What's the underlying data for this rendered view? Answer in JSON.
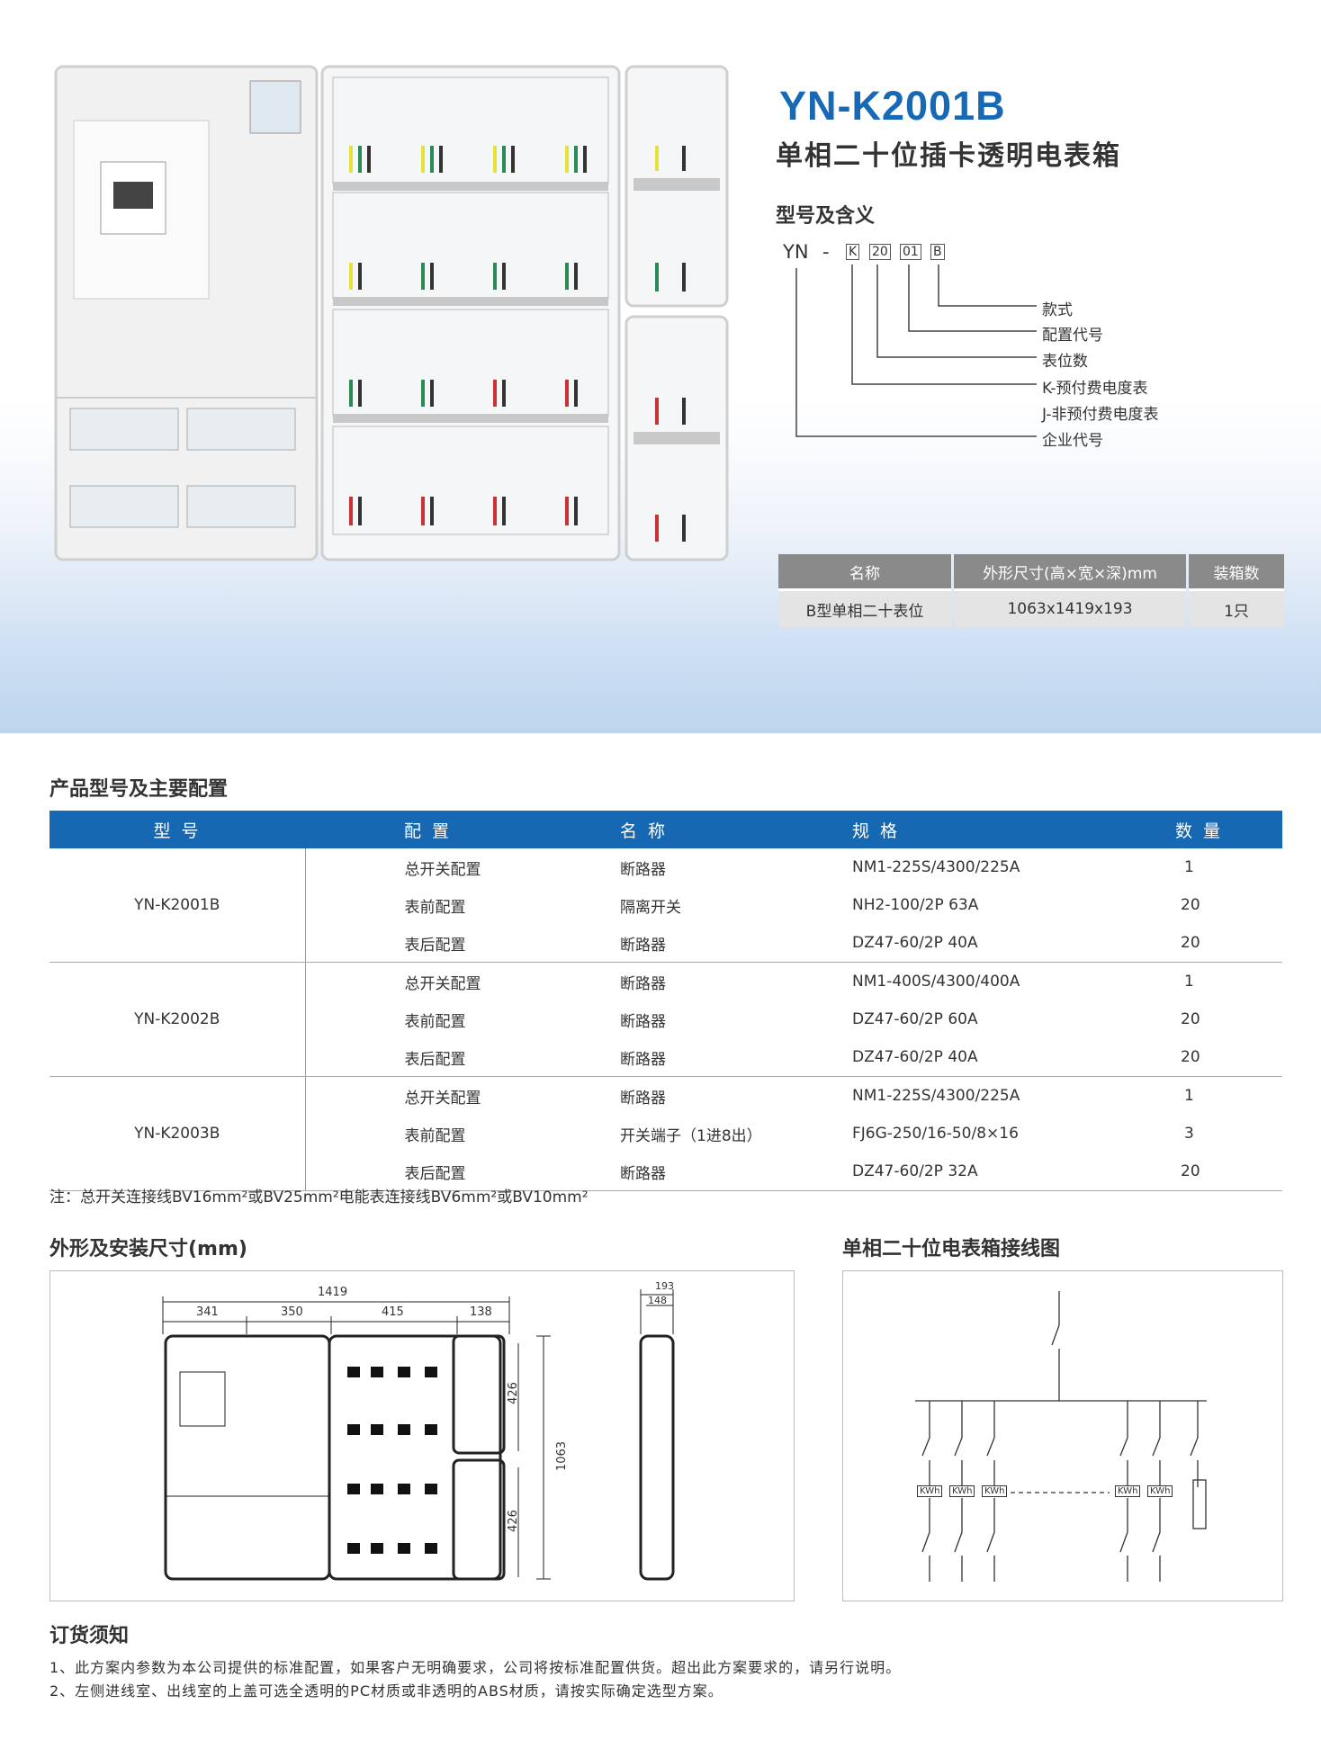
{
  "product": {
    "model": "YN-K2001B",
    "name_cn": "单相二十位插卡透明电表箱"
  },
  "model_meaning": {
    "heading": "型号及含义",
    "code_parts": [
      "YN",
      "-",
      "K",
      "20",
      "01",
      "B"
    ],
    "labels": [
      "款式",
      "配置代号",
      "表位数",
      "K-预付费电度表",
      "J-非预付费电度表",
      "企业代号"
    ]
  },
  "spec_table": {
    "headers": [
      "名称",
      "外形尺寸(高×宽×深)mm",
      "装箱数"
    ],
    "row": [
      "B型单相二十表位",
      "1063x1419x193",
      "1只"
    ]
  },
  "config_section": {
    "heading": "产品型号及主要配置",
    "headers": [
      "型 号",
      "配 置",
      "名 称",
      "规 格",
      "数 量"
    ],
    "groups": [
      {
        "model": "YN-K2001B",
        "rows": [
          [
            "总开关配置",
            "断路器",
            "NM1-225S/4300/225A",
            "1"
          ],
          [
            "表前配置",
            "隔离开关",
            "NH2-100/2P 63A",
            "20"
          ],
          [
            "表后配置",
            "断路器",
            "DZ47-60/2P 40A",
            "20"
          ]
        ]
      },
      {
        "model": "YN-K2002B",
        "rows": [
          [
            "总开关配置",
            "断路器",
            "NM1-400S/4300/400A",
            "1"
          ],
          [
            "表前配置",
            "断路器",
            "DZ47-60/2P 60A",
            "20"
          ],
          [
            "表后配置",
            "断路器",
            "DZ47-60/2P 40A",
            "20"
          ]
        ]
      },
      {
        "model": "YN-K2003B",
        "rows": [
          [
            "总开关配置",
            "断路器",
            "NM1-225S/4300/225A",
            "1"
          ],
          [
            "表前配置",
            "开关端子（1进8出）",
            "FJ6G-250/16-50/8×16",
            "3"
          ],
          [
            "表后配置",
            "断路器",
            "DZ47-60/2P 32A",
            "20"
          ]
        ]
      }
    ],
    "note": "注：总开关连接线BV16mm²或BV25mm²电能表连接线BV6mm²或BV10mm²"
  },
  "dimensions": {
    "heading": "外形及安装尺寸(mm)",
    "overall_width": "1419",
    "segments": [
      "341",
      "350",
      "415",
      "138"
    ],
    "height": "1063",
    "side_heights": [
      "426",
      "426"
    ],
    "depth_outer": "193",
    "depth_inner": "148"
  },
  "wiring": {
    "heading": "单相二十位电表箱接线图",
    "meter_label": "KWh"
  },
  "ordering": {
    "heading": "订货须知",
    "items": [
      "1、此方案内参数为本公司提供的标准配置，如果客户无明确要求，公司将按标准配置供货。超出此方案要求的，请另行说明。",
      "2、左侧进线室、出线室的上盖可选全透明的PC材质或非透明的ABS材质，请按实际确定选型方案。"
    ]
  },
  "colors": {
    "brand_blue": "#1768b3",
    "title_blue": "#1769b5"
  }
}
